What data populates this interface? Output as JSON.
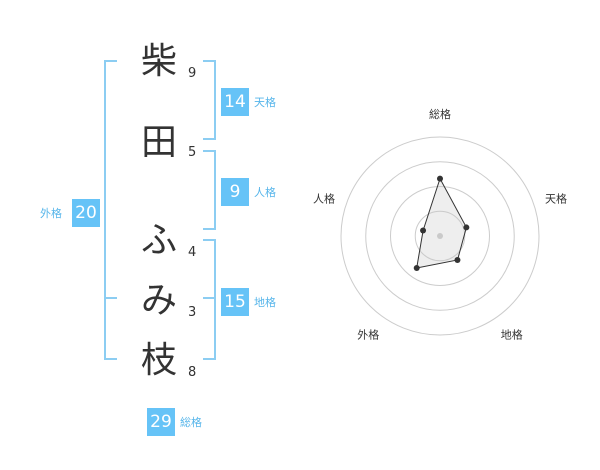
{
  "name": {
    "characters": [
      {
        "char": "柴",
        "strokes": "9"
      },
      {
        "char": "田",
        "strokes": "5"
      },
      {
        "char": "ふ",
        "strokes": "4"
      },
      {
        "char": "み",
        "strokes": "3"
      },
      {
        "char": "枝",
        "strokes": "8"
      }
    ]
  },
  "fortune": {
    "tenkaku": {
      "value": "14",
      "label": "天格"
    },
    "jinkaku": {
      "value": "9",
      "label": "人格"
    },
    "chikaku": {
      "value": "15",
      "label": "地格"
    },
    "gaikaku": {
      "value": "20",
      "label": "外格"
    },
    "soukaku": {
      "value": "29",
      "label": "総格"
    }
  },
  "accent_color": "#66c3f7",
  "bracket_color": "#8ccdf2",
  "chart_data": {
    "type": "radar",
    "axes": [
      "総格",
      "天格",
      "地格",
      "外格",
      "人格"
    ],
    "values": [
      29,
      14,
      15,
      20,
      9
    ],
    "max": 50,
    "rings": 4,
    "grid": true
  }
}
